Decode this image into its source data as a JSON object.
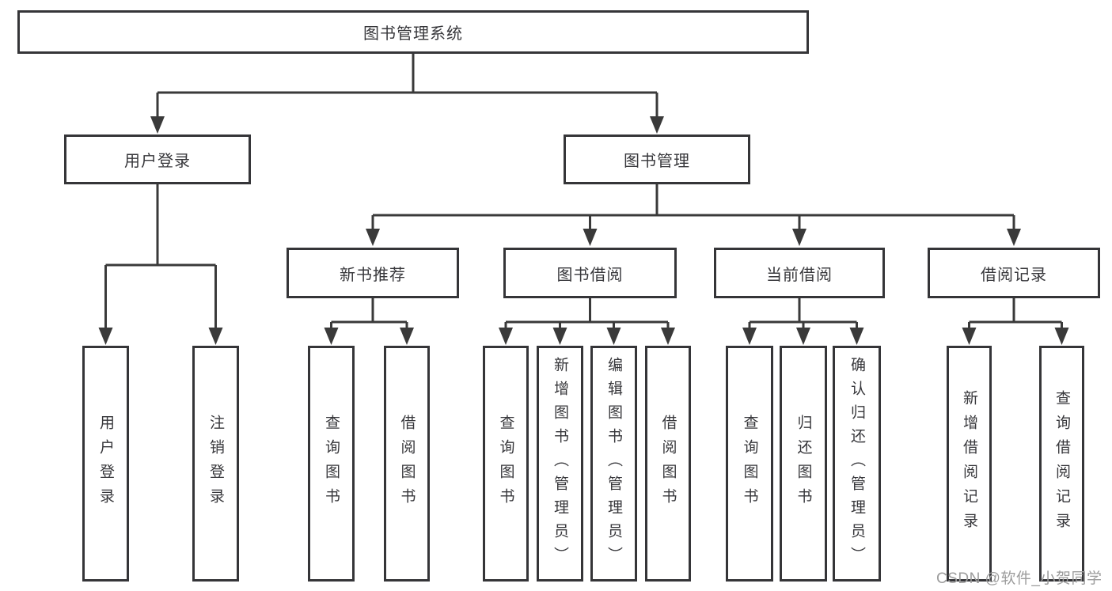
{
  "diagram": {
    "title": "图书管理系统",
    "level2": {
      "user_login": "用户登录",
      "book_mgmt": "图书管理"
    },
    "level3": {
      "new_books": "新书推荐",
      "borrowing": "图书借阅",
      "current": "当前借阅",
      "records": "借阅记录"
    },
    "leaves": {
      "login": "用户登录",
      "logout": "注销登录",
      "nb_query": "查询图书",
      "nb_borrow": "借阅图书",
      "bw_query": "查询图书",
      "bw_add": "新增图书（管理员）",
      "bw_edit": "编辑图书（管理员）",
      "bw_borrow": "借阅图书",
      "cur_query": "查询图书",
      "cur_return": "归还图书",
      "cur_confirm": "确认归还（管理员）",
      "rec_add": "新增借阅记录",
      "rec_query": "查询借阅记录"
    }
  },
  "watermark": "CSDN @软件_小贺同学",
  "colors": {
    "line": "#3a3a3a",
    "box_border": "#353538",
    "text": "#37373b",
    "watermark": "#9c9c9c",
    "background": "#ffffff"
  }
}
